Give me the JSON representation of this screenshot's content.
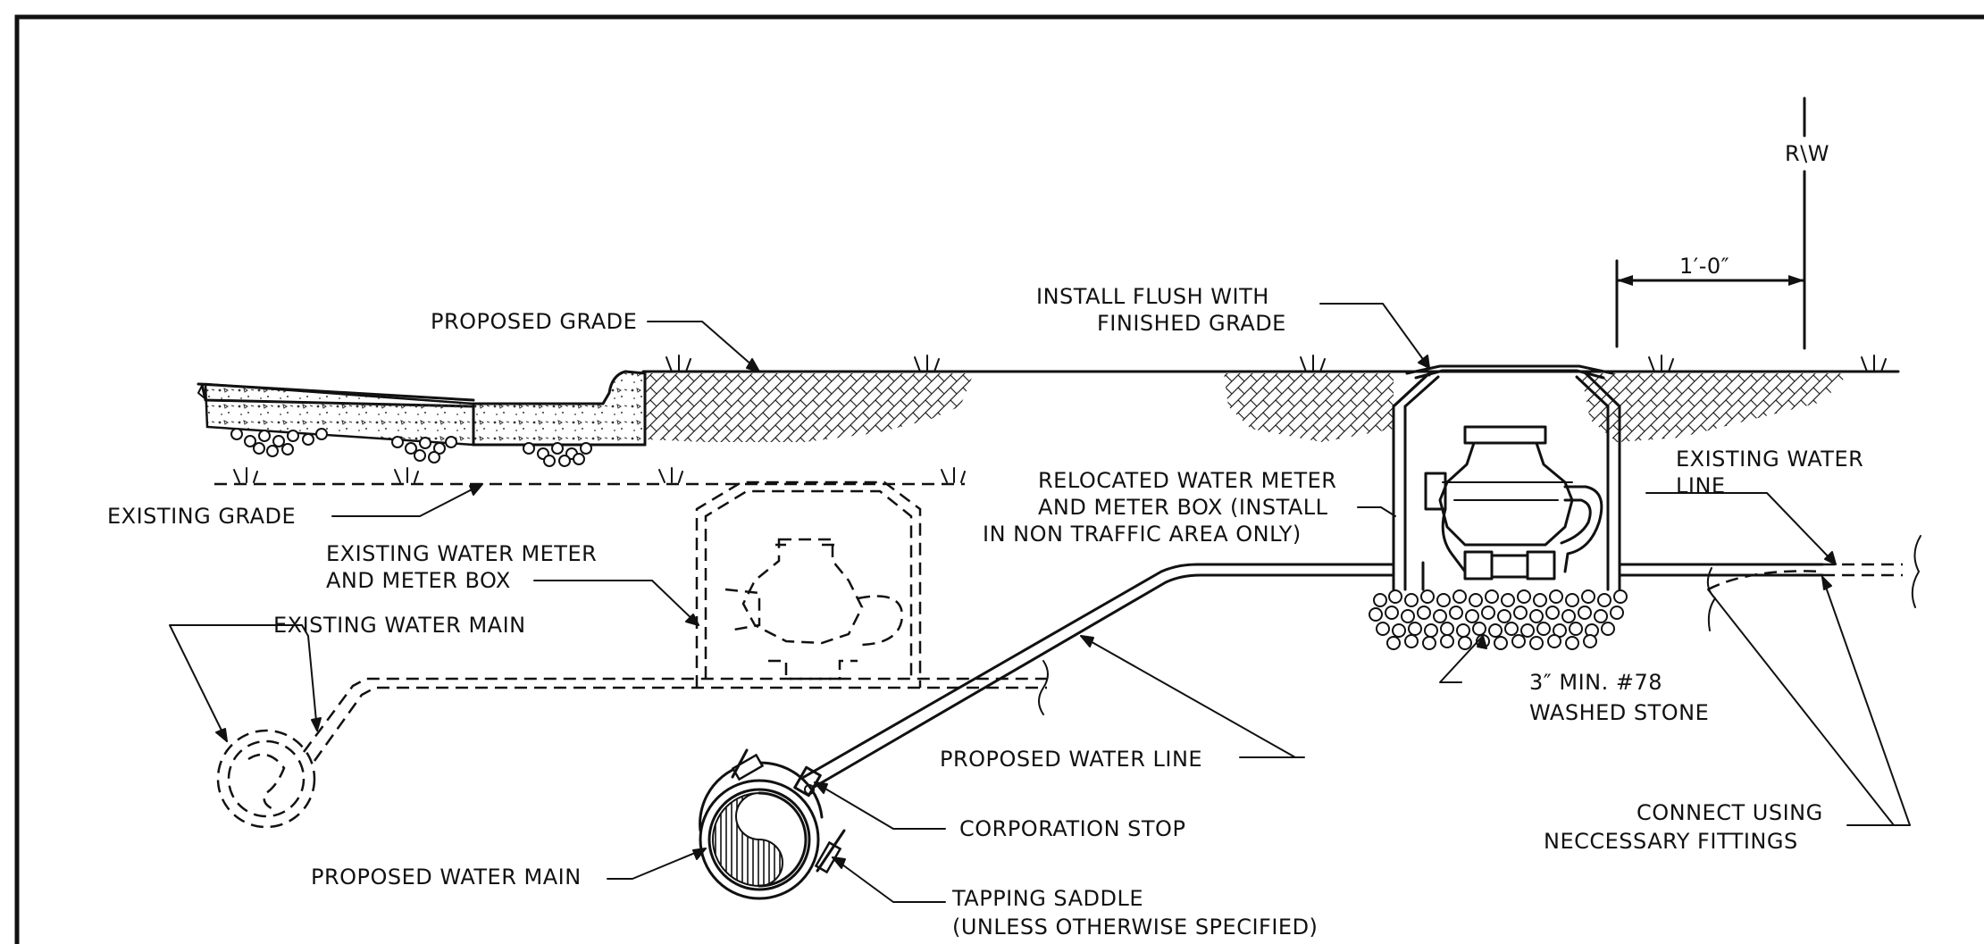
{
  "labels": {
    "rw": "R\\W",
    "offset": "1′-0″",
    "install_flush_1": "INSTALL FLUSH WITH",
    "install_flush_2": "FINISHED GRADE",
    "proposed_grade": "PROPOSED GRADE",
    "existing_grade": "EXISTING GRADE",
    "existing_meter_1": "EXISTING WATER METER",
    "existing_meter_2": "AND METER BOX",
    "existing_main": "EXISTING WATER MAIN",
    "relocated_1": "RELOCATED WATER METER",
    "relocated_2": "AND METER BOX (INSTALL",
    "relocated_3": "IN NON TRAFFIC AREA ONLY)",
    "existing_line_1": "EXISTING WATER",
    "existing_line_2": "LINE",
    "stone_1": "3″ MIN. #78",
    "stone_2": "WASHED STONE",
    "proposed_line": "PROPOSED WATER LINE",
    "corporation_stop": "CORPORATION STOP",
    "connect_1": "CONNECT USING",
    "connect_2": "NECCESSARY FITTINGS",
    "proposed_main": "PROPOSED WATER MAIN",
    "tapping_1": "TAPPING SADDLE",
    "tapping_2": "(UNLESS OTHERWISE SPECIFIED)"
  }
}
